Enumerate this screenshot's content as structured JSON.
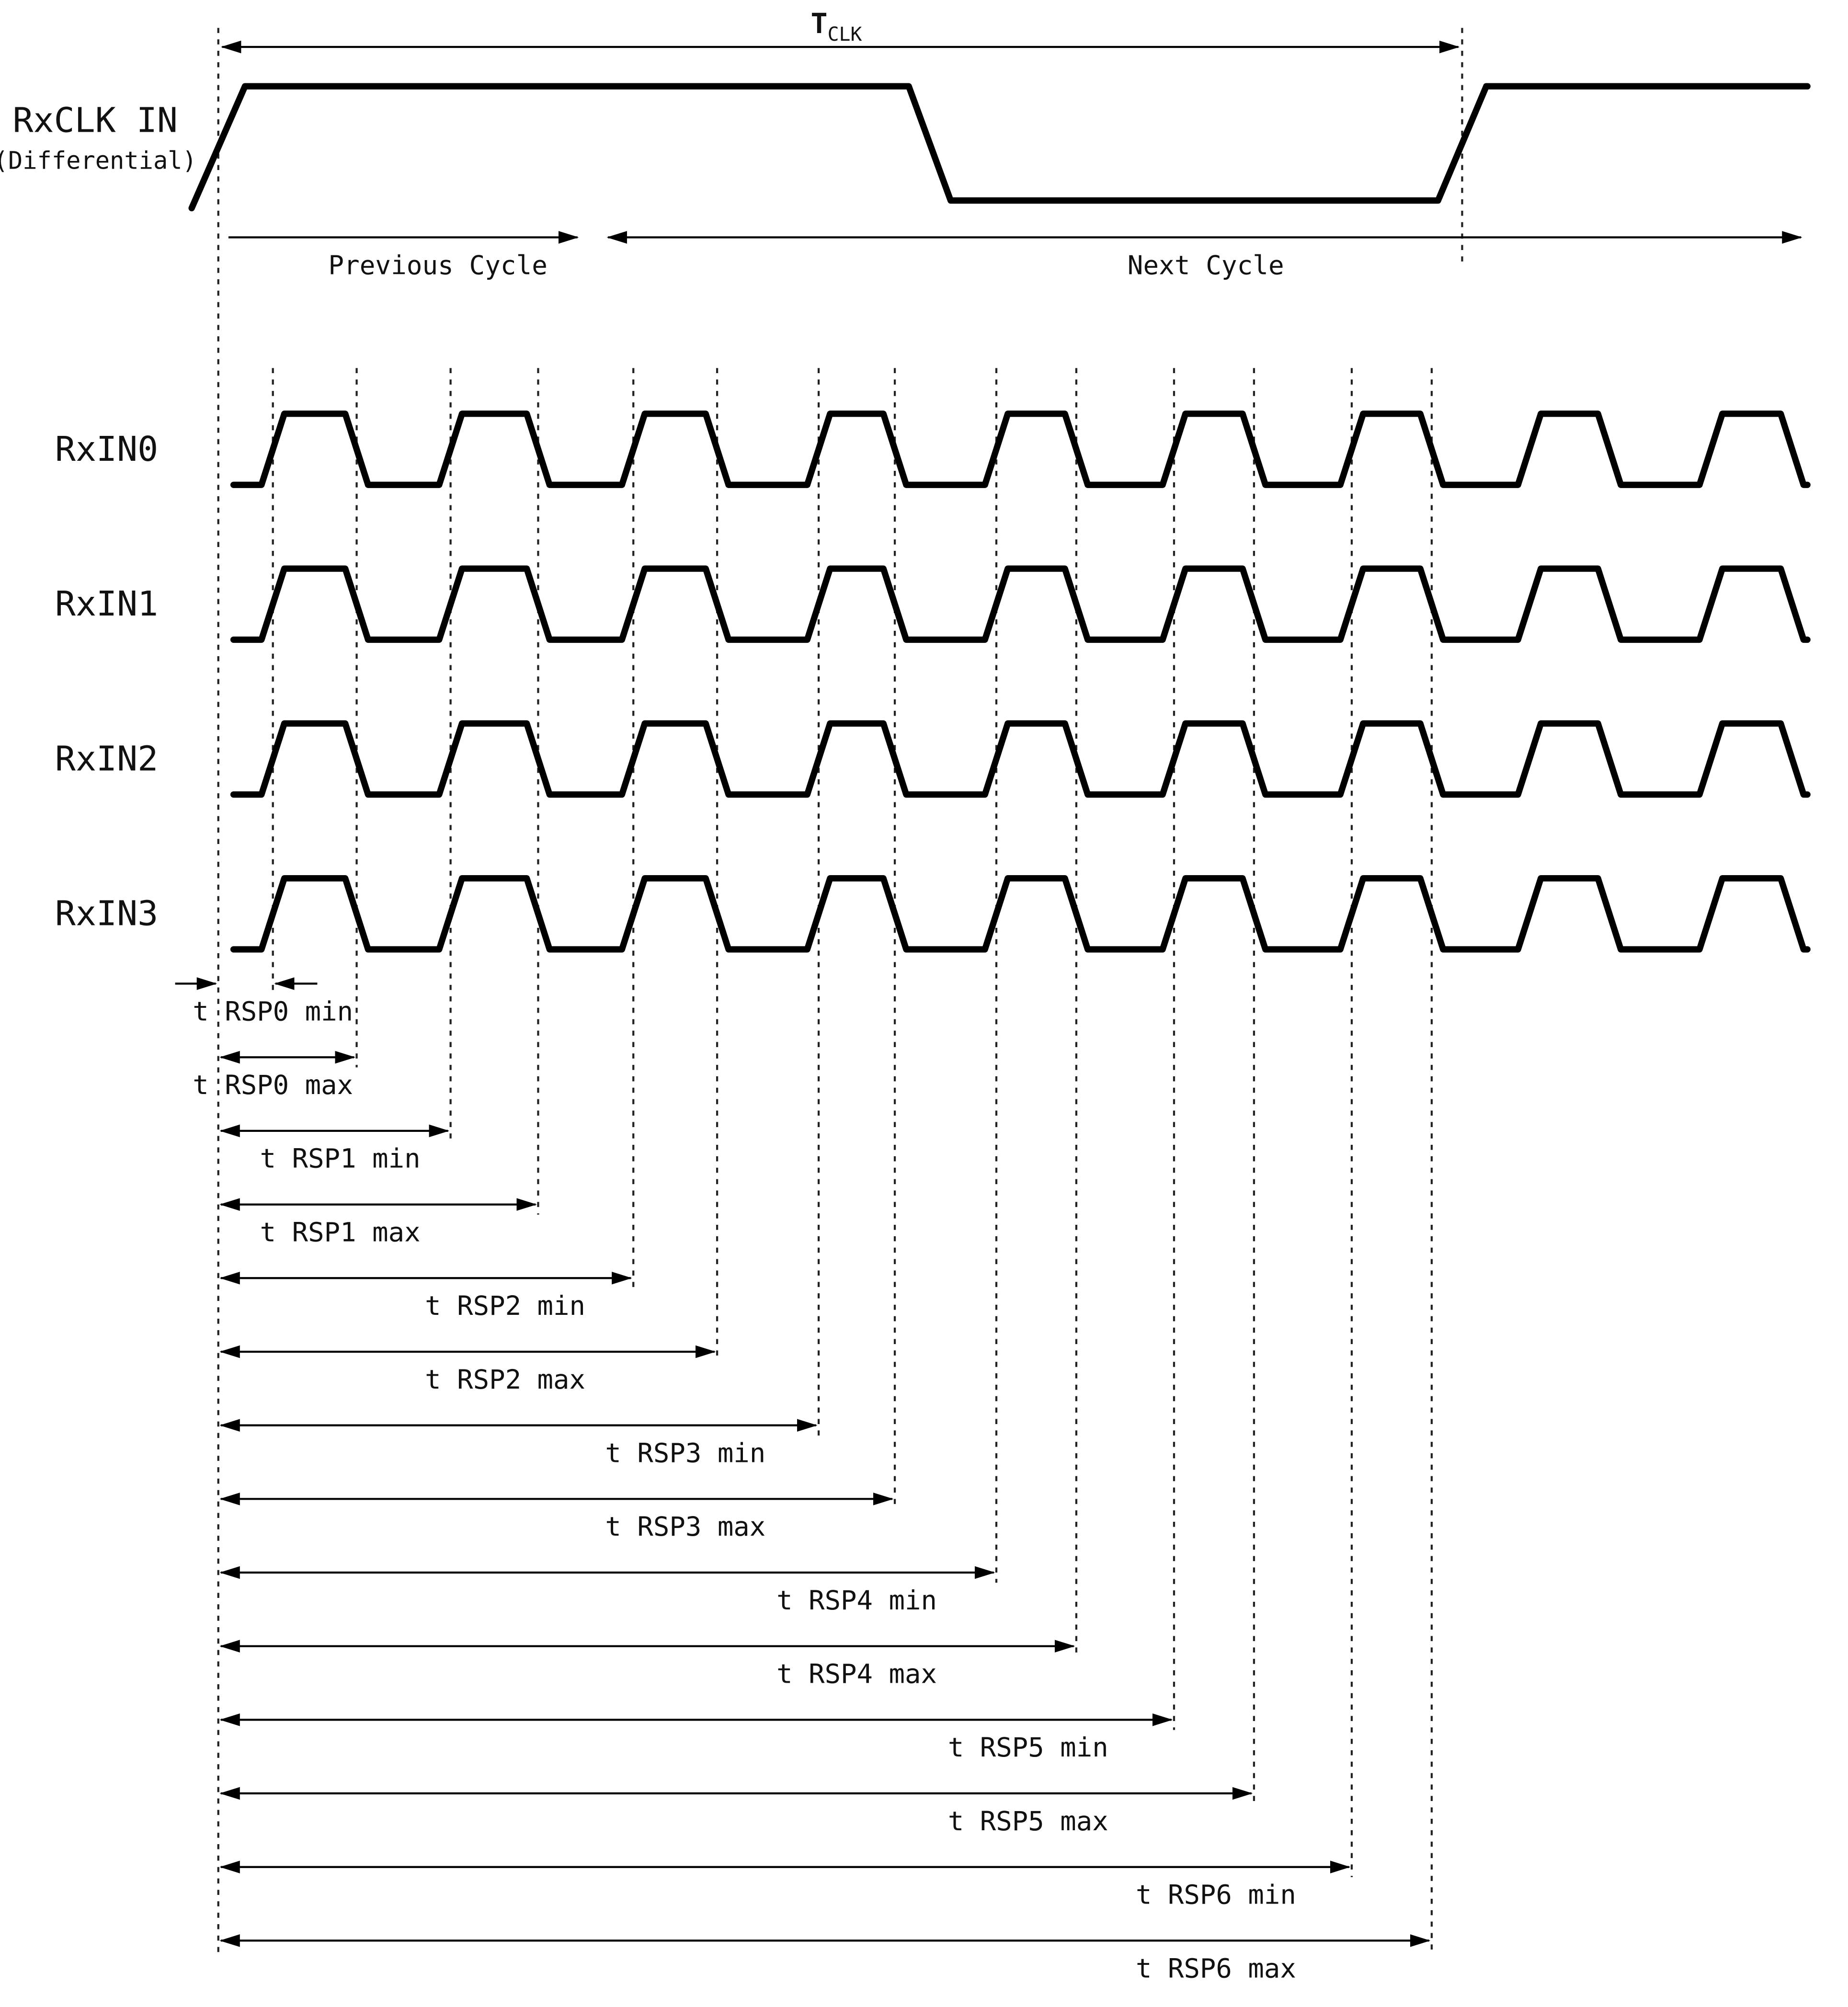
{
  "diagram": {
    "clock": {
      "label": "RxCLK IN",
      "sublabel": "(Differential)",
      "period_label_main": "T",
      "period_label_sub": "CLK",
      "previous_cycle": "Previous Cycle",
      "next_cycle": "Next Cycle"
    },
    "signals": [
      {
        "label": "RxIN0"
      },
      {
        "label": "RxIN1"
      },
      {
        "label": "RxIN2"
      },
      {
        "label": "RxIN3"
      }
    ],
    "timing_params": [
      {
        "min": "t RSP0 min",
        "max": "t RSP0 max"
      },
      {
        "min": "t RSP1 min",
        "max": "t RSP1 max"
      },
      {
        "min": "t RSP2 min",
        "max": "t RSP2 max"
      },
      {
        "min": "t RSP3 min",
        "max": "t RSP3 max"
      },
      {
        "min": "t RSP4 min",
        "max": "t RSP4 max"
      },
      {
        "min": "t RSP5 min",
        "max": "t RSP5 max"
      },
      {
        "min": "t RSP6 min",
        "max": "t RSP6 max"
      }
    ],
    "colors": {
      "line": "#000000",
      "background": "#ffffff"
    }
  }
}
